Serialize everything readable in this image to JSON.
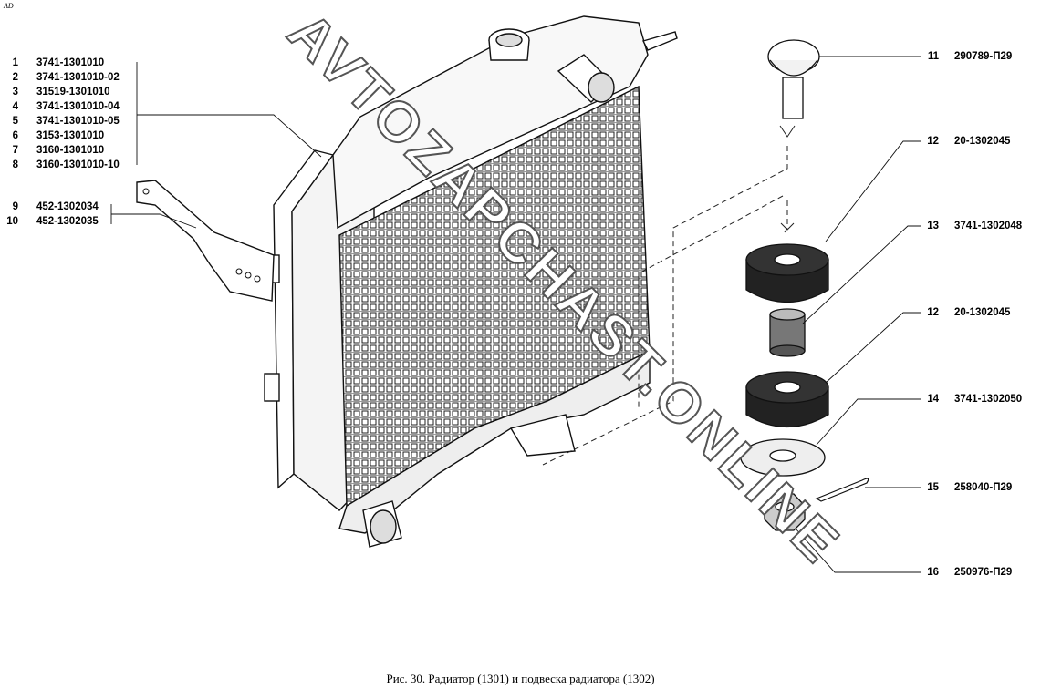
{
  "corner_mark": "AD",
  "caption": "Рис. 30. Радиатор (1301) и подвеска радиатора (1302)",
  "watermark": "AVTOZAPCHAST.ONLINE",
  "left_parts": [
    {
      "num": "1",
      "code": "3741-1301010"
    },
    {
      "num": "2",
      "code": "3741-1301010-02"
    },
    {
      "num": "3",
      "code": "31519-1301010"
    },
    {
      "num": "4",
      "code": "3741-1301010-04"
    },
    {
      "num": "5",
      "code": "3741-1301010-05"
    },
    {
      "num": "6",
      "code": "3153-1301010"
    },
    {
      "num": "7",
      "code": "3160-1301010"
    },
    {
      "num": "8",
      "code": "3160-1301010-10"
    },
    {
      "num": "9",
      "code": "452-1302034"
    },
    {
      "num": "10",
      "code": "452-1302035"
    }
  ],
  "right_parts": [
    {
      "num": "11",
      "code": "290789-П29"
    },
    {
      "num": "12",
      "code": "20-1302045"
    },
    {
      "num": "13",
      "code": "3741-1302048"
    },
    {
      "num": "12",
      "code": "20-1302045"
    },
    {
      "num": "14",
      "code": "3741-1302050"
    },
    {
      "num": "15",
      "code": "258040-П29"
    },
    {
      "num": "16",
      "code": "250976-П29"
    }
  ]
}
